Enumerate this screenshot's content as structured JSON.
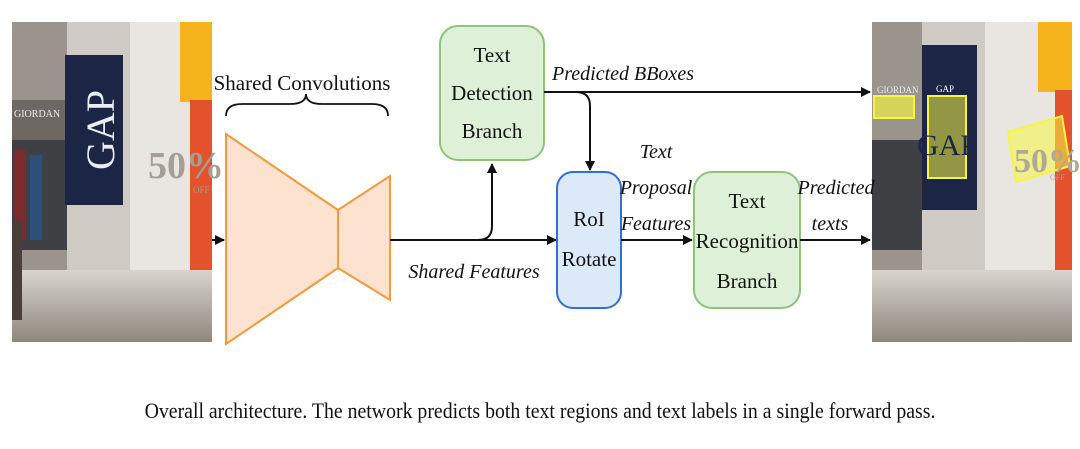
{
  "diagram": {
    "input_image_text": {
      "store": "GAP",
      "store_left": "GIORDAN",
      "sale": "50%",
      "sale_suffix": "OFF"
    },
    "output_image_text": {
      "store": "GAP",
      "store_left": "GIORDAN",
      "sale": "50%",
      "sale_suffix": "OFF",
      "box_label": "GAP"
    },
    "shared_convolutions_label": "Shared Convolutions",
    "shared_features_label": "Shared Features",
    "detection_branch": {
      "lines": [
        "Text",
        "Detection",
        "Branch"
      ],
      "fill": "#dff0d8",
      "stroke": "#8fc27a"
    },
    "roi_rotate": {
      "lines": [
        "RoI",
        "Rotate"
      ],
      "fill": "#dce9f9",
      "stroke": "#2f6fd6"
    },
    "recognition_branch": {
      "lines": [
        "Text",
        "Recognition",
        "Branch"
      ],
      "fill": "#dff0d8",
      "stroke": "#8fc27a"
    },
    "predicted_bboxes_label": "Predicted BBoxes",
    "text_proposal_label": [
      "Text",
      "Proposal",
      "Features"
    ],
    "predicted_texts_label": [
      "Predicted",
      "texts"
    ],
    "conv_fill": "#fde3cf",
    "conv_stroke": "#f39a3c",
    "detection_box_color": "#f5f542"
  },
  "caption": "Overall architecture. The network predicts both text regions and text labels in a single forward pass."
}
